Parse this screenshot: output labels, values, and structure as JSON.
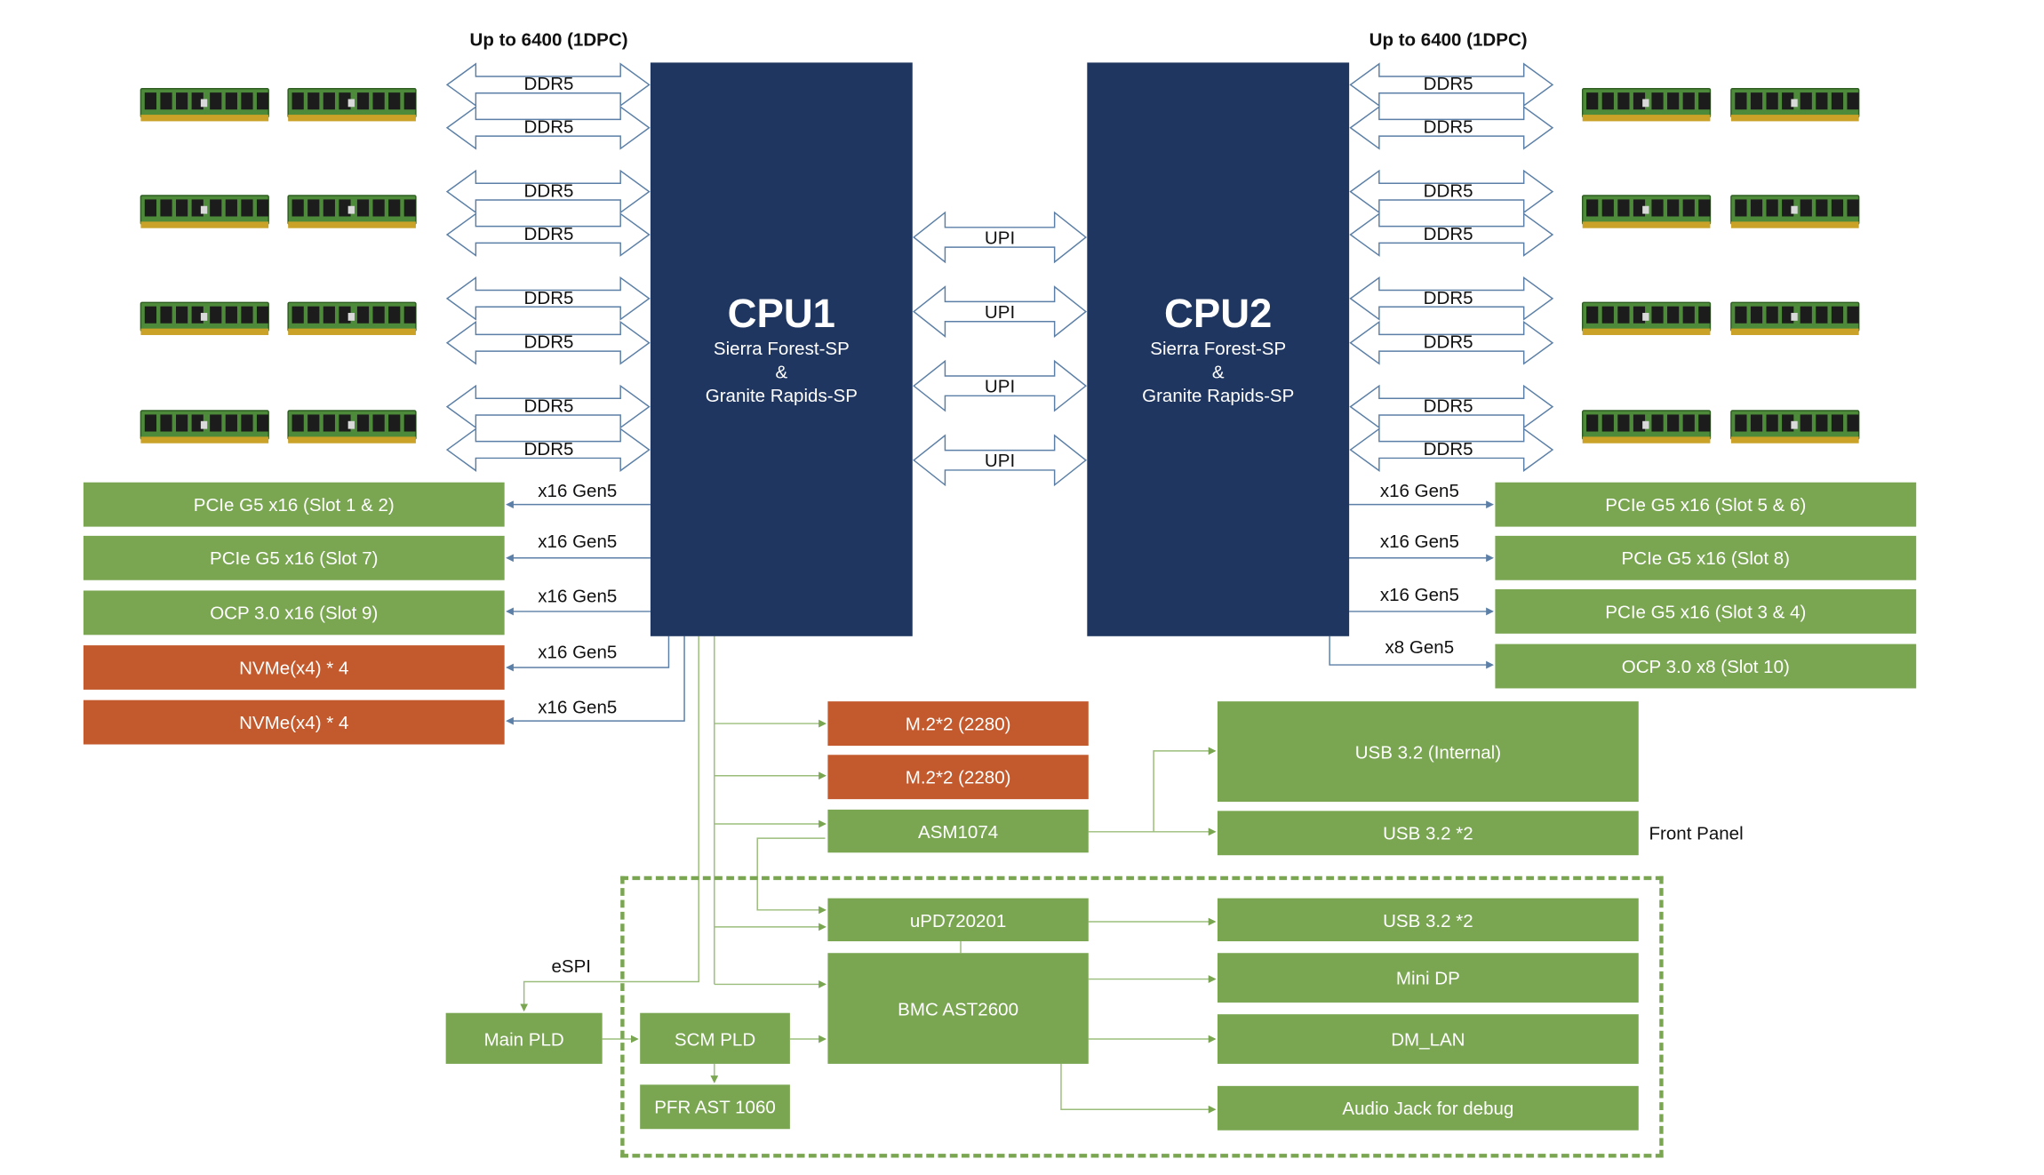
{
  "memory": {
    "speed_label": "Up to 6400 (1DPC)",
    "channel_label": "DDR5",
    "icon": "dimm-module-icon"
  },
  "cpu1": {
    "name": "CPU1",
    "line1": "Sierra Forest-SP",
    "line2": "&",
    "line3": "Granite Rapids-SP"
  },
  "cpu2": {
    "name": "CPU2",
    "line1": "Sierra Forest-SP",
    "line2": "&",
    "line3": "Granite Rapids-SP"
  },
  "upi_label": "UPI",
  "cpu1_io": [
    {
      "link": "x16 Gen5",
      "device": "PCIe G5 x16 (Slot 1 & 2)"
    },
    {
      "link": "x16 Gen5",
      "device": "PCIe G5 x16 (Slot 7)"
    },
    {
      "link": "x16 Gen5",
      "device": "OCP 3.0 x16 (Slot 9)"
    },
    {
      "link": "x16 Gen5",
      "device": "NVMe(x4) * 4"
    },
    {
      "link": "x16 Gen5",
      "device": "NVMe(x4) * 4"
    }
  ],
  "cpu2_io": [
    {
      "link": "x16 Gen5",
      "device": "PCIe G5 x16 (Slot 5 & 6)"
    },
    {
      "link": "x16 Gen5",
      "device": "PCIe G5 x16 (Slot 8)"
    },
    {
      "link": "x16 Gen5",
      "device": "PCIe G5 x16 (Slot 3 & 4)"
    },
    {
      "link": "x8 Gen5",
      "device": "OCP 3.0 x8 (Slot 10)"
    }
  ],
  "chipset": {
    "m2_a": "M.2*2 (2280)",
    "m2_b": "M.2*2 (2280)",
    "asm": "ASM1074",
    "upd": "uPD720201",
    "bmc": "BMC AST2600",
    "main_pld": "Main PLD",
    "scm_pld": "SCM PLD",
    "pfr": "PFR AST 1060",
    "espi_label": "eSPI",
    "front_panel_label": "Front Panel"
  },
  "peripherals": {
    "usb_internal": "USB 3.2 (Internal)",
    "usb_front": "USB 3.2 *2",
    "usb_rear": "USB 3.2 *2",
    "mini_dp": "Mini DP",
    "dm_lan": "DM_LAN",
    "audio": "Audio Jack for debug"
  },
  "colors": {
    "cpu": "#1f3660",
    "green_block": "#7aa652",
    "orange_block": "#c35a2e",
    "connector_line": "#5b7fa6"
  }
}
